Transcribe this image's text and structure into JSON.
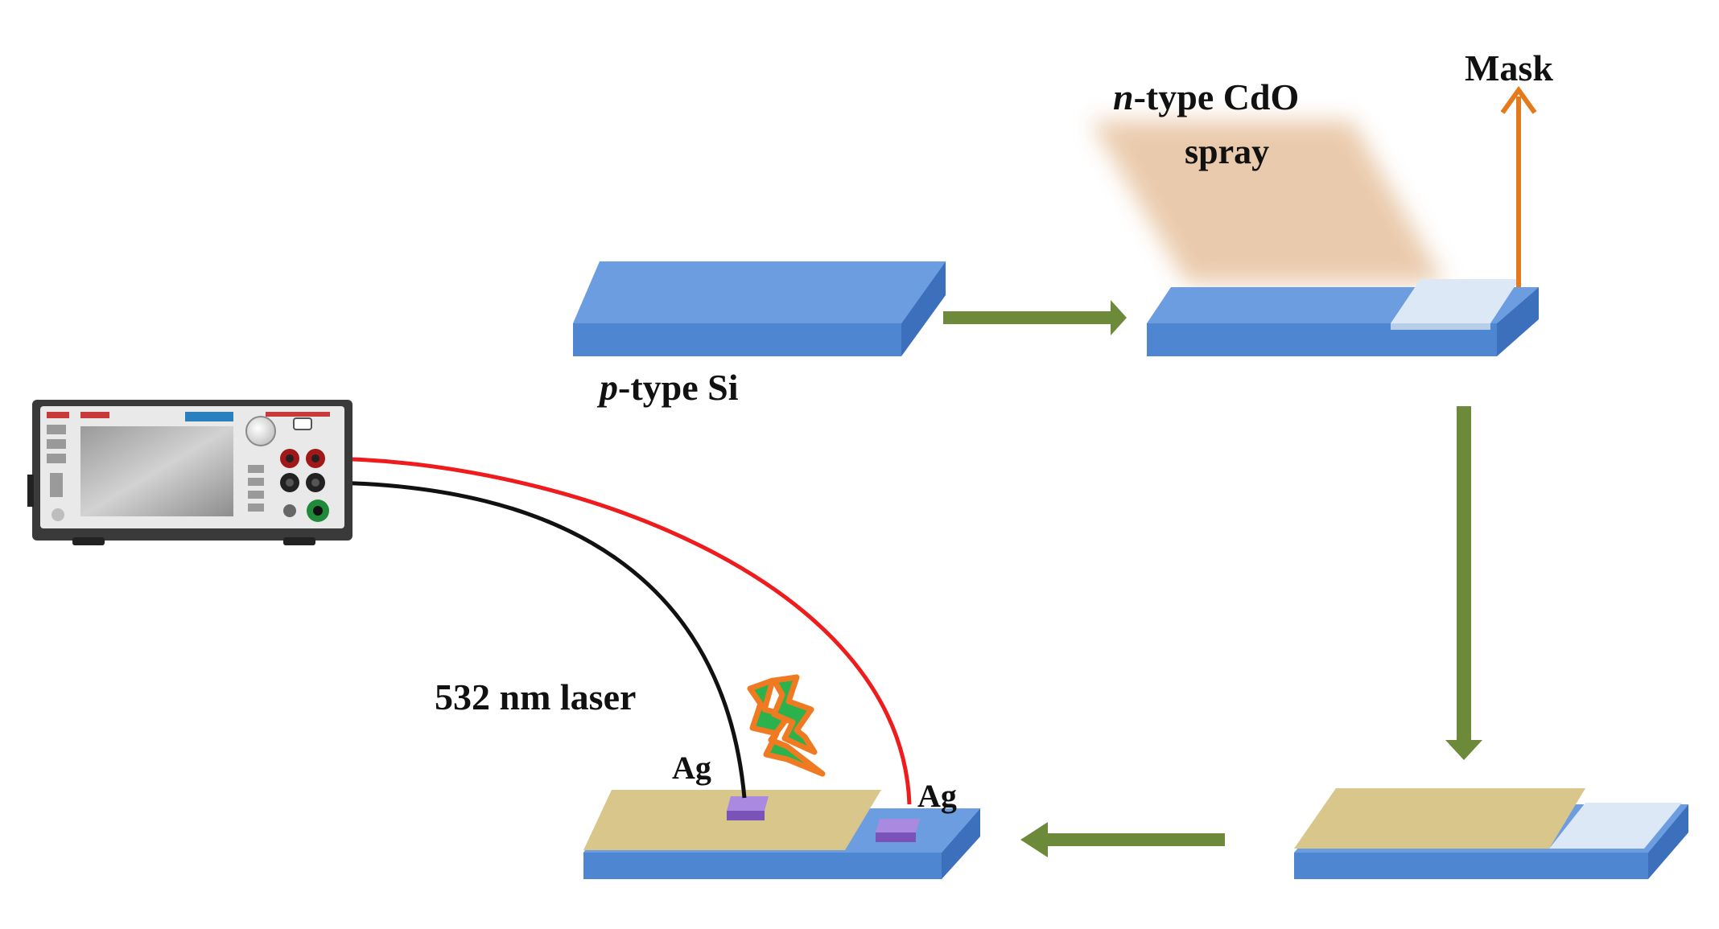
{
  "labels": {
    "p_type_italic": "p",
    "p_type_rest": "-type Si",
    "n_type_italic": "n",
    "n_type_rest": "-type CdO",
    "spray": "spray",
    "mask": "Mask",
    "laser": "532 nm laser",
    "ag_left": "Ag",
    "ag_right": "Ag"
  },
  "colors": {
    "substrate_top": "#6b9de0",
    "substrate_front": "#4f86d2",
    "substrate_side": "#3c6fbc",
    "mask": "#dce8f5",
    "spray_plume": "#e9c8a8",
    "cdo_film": "#d9c68a",
    "process_arrow": "#6c8a3a",
    "mask_arrow": "#e57a1c",
    "wire_red": "#ee1c1c",
    "wire_black": "#111111",
    "ag_contact": "#8a62c8",
    "laser_bolt_fill": "#2bb24c",
    "laser_bolt_outline": "#f07a22",
    "instrument_body": "#3a3a3a"
  },
  "icons": {
    "laser": "lightning-bolt-icon",
    "instrument": "source-meter-icon"
  }
}
